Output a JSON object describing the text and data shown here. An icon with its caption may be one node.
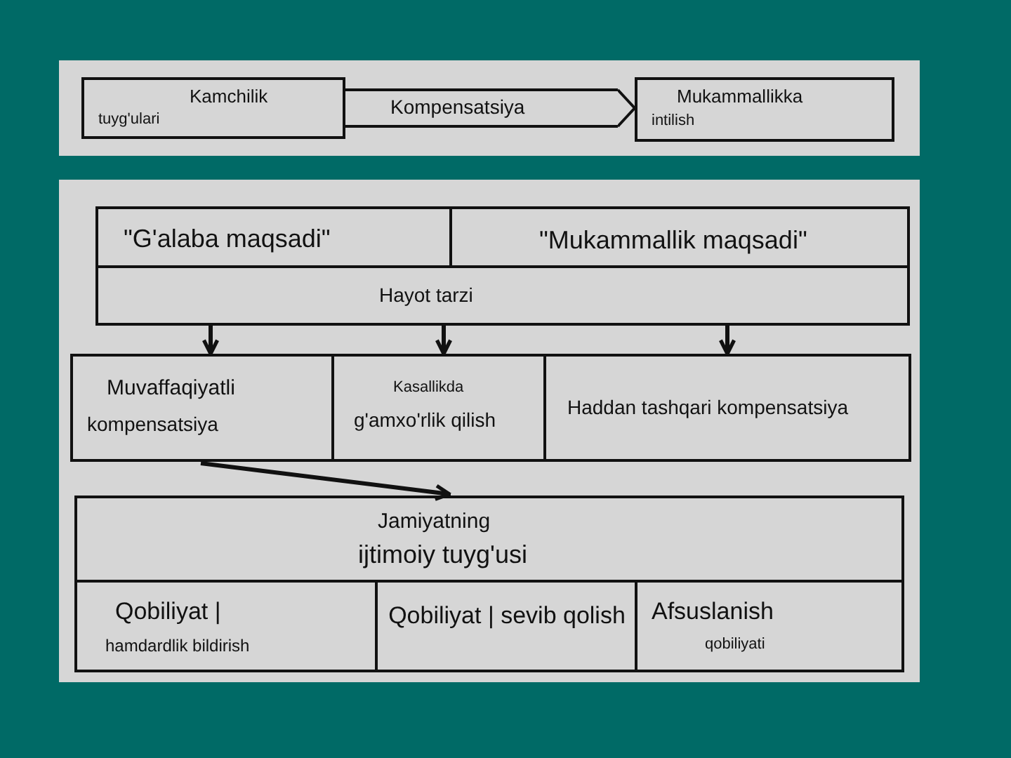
{
  "diagram": {
    "nodes": [
      {
        "text": [
          "Kamchilik",
          "tuyg'ulari"
        ]
      },
      {
        "text": [
          "Mukammallikka",
          "intilish"
        ]
      },
      {
        "text": [
          "\"G'alaba maqsadi\""
        ]
      },
      {
        "text": [
          "\"Mukammallik maqsadi\""
        ]
      },
      {
        "text": [
          "Hayot tarzi"
        ]
      },
      {
        "text": [
          "Muvaffaqiyatli",
          "kompensatsiya"
        ]
      },
      {
        "text": [
          "Kasallikda",
          "g'amxo'rlik qilish"
        ]
      },
      {
        "text": [
          "Haddan tashqari kompensatsiya"
        ]
      },
      {
        "text": [
          "Jamiyatning",
          "ijtimoiy tuyg'usi"
        ]
      },
      {
        "text": [
          "Qobiliyat |",
          "hamdardlik bildirish"
        ]
      },
      {
        "text": [
          "Qobiliyat | sevib qolish"
        ]
      },
      {
        "text": [
          "Afsuslanish",
          "qobiliyati"
        ]
      }
    ],
    "edges": [
      {
        "from": 0,
        "to": 1,
        "arrow": "to",
        "label": "Kompensatsiya",
        "style": "thick"
      },
      {
        "from": 4,
        "to": 5,
        "arrow": "to"
      },
      {
        "from": 4,
        "to": 6,
        "arrow": "to"
      },
      {
        "from": 4,
        "to": 7,
        "arrow": "to"
      },
      {
        "from": 5,
        "to": 8,
        "arrow": "to"
      }
    ]
  }
}
